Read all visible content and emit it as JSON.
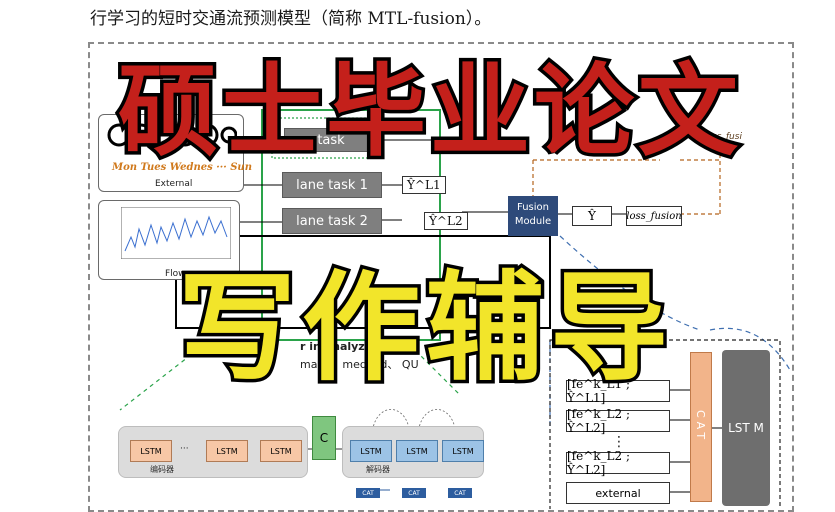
{
  "top_text": "行学习的短时交通流预测模型（简称 MTL-fusion）。",
  "overlay": {
    "title_line1": "硕士毕业论文",
    "title_line2": "写作辅导"
  },
  "diagram": {
    "external_label": "External",
    "external_days": "Mon Tues Wednes ··· Sun",
    "flow_label": "Flow",
    "tasks": [
      "task",
      "lane task 1",
      "lane task 2"
    ],
    "yhat_l1": "Ŷ^L1",
    "yhat_l2": "Ŷ^L2",
    "fusion_module": "Fusion Module",
    "yhat": "Ŷ",
    "loss_fusion": "loss_fusion",
    "loss_top": "loss_fusi",
    "analyze_text": "r in analyze",
    "stats_text": "ma      g、 med    std、 QU",
    "ft_rows": [
      "[fe^k_L1 ; Ŷ^L1]",
      "[fe^k_L2 ; Ŷ^L2]",
      "⋮",
      "[fe^k_L2 ; Ŷ^L2]"
    ],
    "external_box": "external",
    "cat_label": "CAT",
    "lstm_big": "LST M",
    "lstm": "LSTM",
    "c_label": "C",
    "encoder_label": "编码器",
    "decoder_label": "解码器",
    "cat_mini": "CAT",
    "dots": "···"
  },
  "colors": {
    "title_red": "#c4201b",
    "title_yellow": "#f2e52a",
    "fusion_blue": "#2e4a7a",
    "green_frame": "#2aa34a",
    "orange_dashed": "#b5651d",
    "cat_orange": "#f2b48a"
  }
}
